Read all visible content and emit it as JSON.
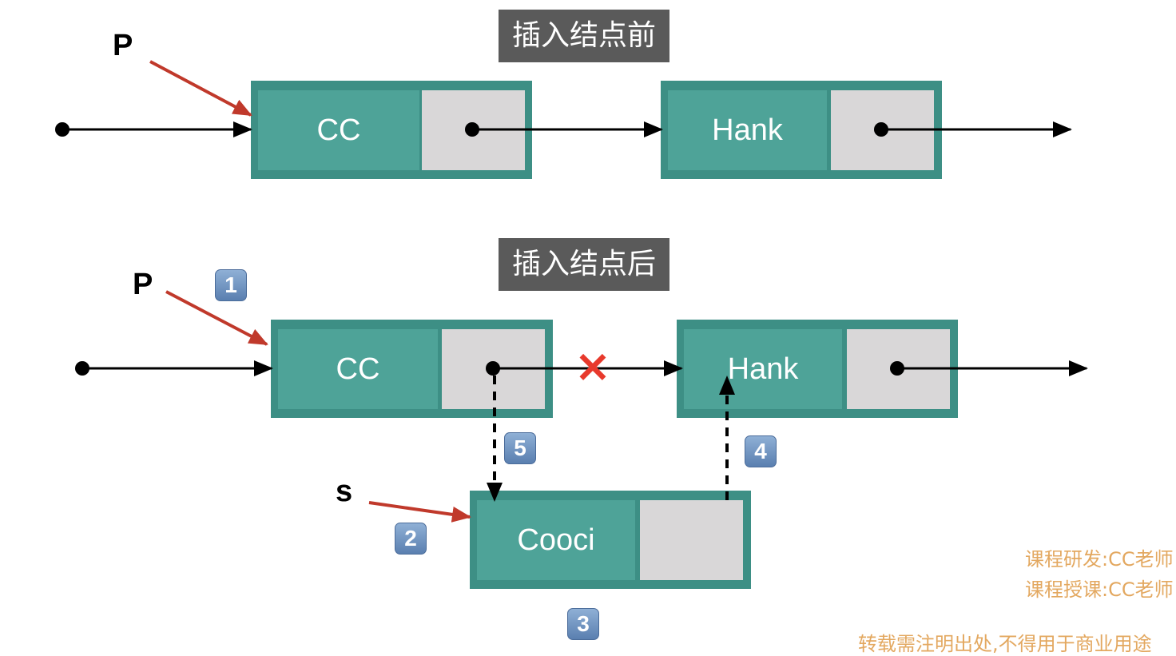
{
  "titles": {
    "before": "插入结点前",
    "after": "插入结点后"
  },
  "before": {
    "pointer_label": "P",
    "node1_data": "CC",
    "node2_data": "Hank"
  },
  "after": {
    "pointer_label": "P",
    "node1_data": "CC",
    "node2_data": "Hank",
    "new_pointer_label": "s",
    "new_node_data": "Cooci",
    "cut_mark": "×"
  },
  "steps": [
    "1",
    "2",
    "3",
    "4",
    "5"
  ],
  "footer": {
    "line1": "课程研发:CC老师",
    "line2": "课程授课:CC老师",
    "line3": "转载需注明出处,不得用于商业用途"
  },
  "colors": {
    "node_border": "#3d8f85",
    "node_data": "#4ea398",
    "node_next": "#d9d7d8",
    "pointer_arrow": "#c0392b",
    "cut_mark": "#e8392c"
  }
}
